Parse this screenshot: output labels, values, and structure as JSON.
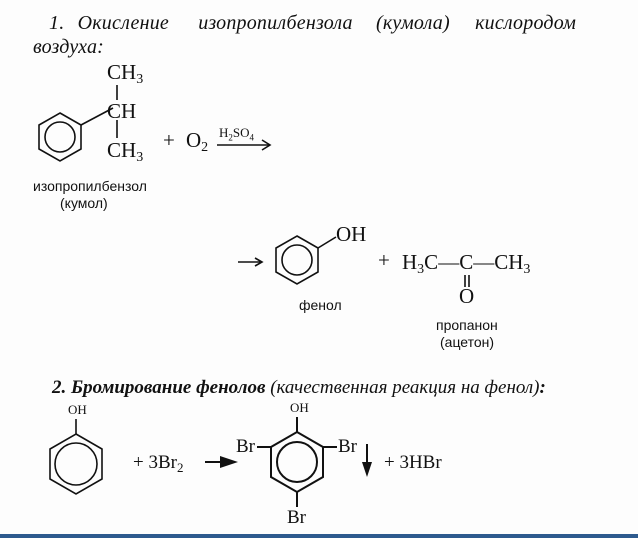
{
  "section1": {
    "number": "1.",
    "title_words": [
      "Окисление",
      "изопропилбензола",
      "(кумола)",
      "кислородом"
    ],
    "title_line2": "воздуха:",
    "reactant": {
      "top_group": "CH",
      "top_sub": "3",
      "middle_group": "CH",
      "bottom_group": "CH",
      "bottom_sub": "3",
      "name": "изопропилбензол",
      "alt_name": "(кумол)"
    },
    "plus": "+",
    "oxygen": "O",
    "oxygen_sub": "2",
    "catalyst": {
      "h": "H",
      "h_sub": "2",
      "so": "SO",
      "so_sub": "4"
    },
    "product1": {
      "group": "OH",
      "name": "фенол"
    },
    "product2": {
      "left": "H",
      "left_sub": "3",
      "left_c": "C",
      "bond": "—",
      "center": "C",
      "right": "CH",
      "right_sub": "3",
      "oxygen": "O",
      "name": "пропанон",
      "alt_name": "(ацетон)"
    }
  },
  "section2": {
    "number": "2.",
    "title_bold": "Бромирование фенолов",
    "title_italic": "(качественная реакция на фенол)",
    "title_end": ":",
    "reactant": {
      "group": "OH"
    },
    "reagent": {
      "text": "+ 3Br",
      "sub": "2"
    },
    "product": {
      "group": "OH",
      "sub_left": "Br",
      "sub_right": "Br",
      "sub_bottom": "Br"
    },
    "byproduct": "+ 3HBr"
  },
  "colors": {
    "bottom_bar": "#2d5a8e",
    "text": "#111111"
  }
}
